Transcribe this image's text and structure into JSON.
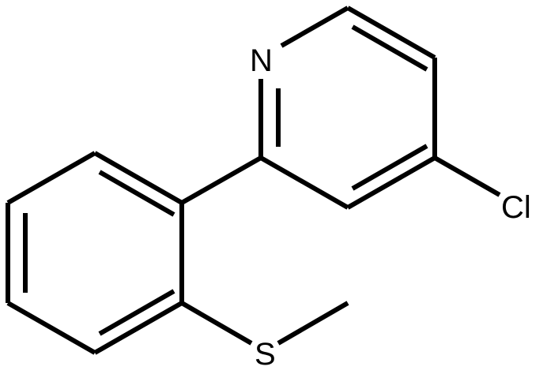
{
  "atoms": {
    "nitrogen": "N",
    "chlorine": "Cl",
    "sulfur": "S"
  }
}
